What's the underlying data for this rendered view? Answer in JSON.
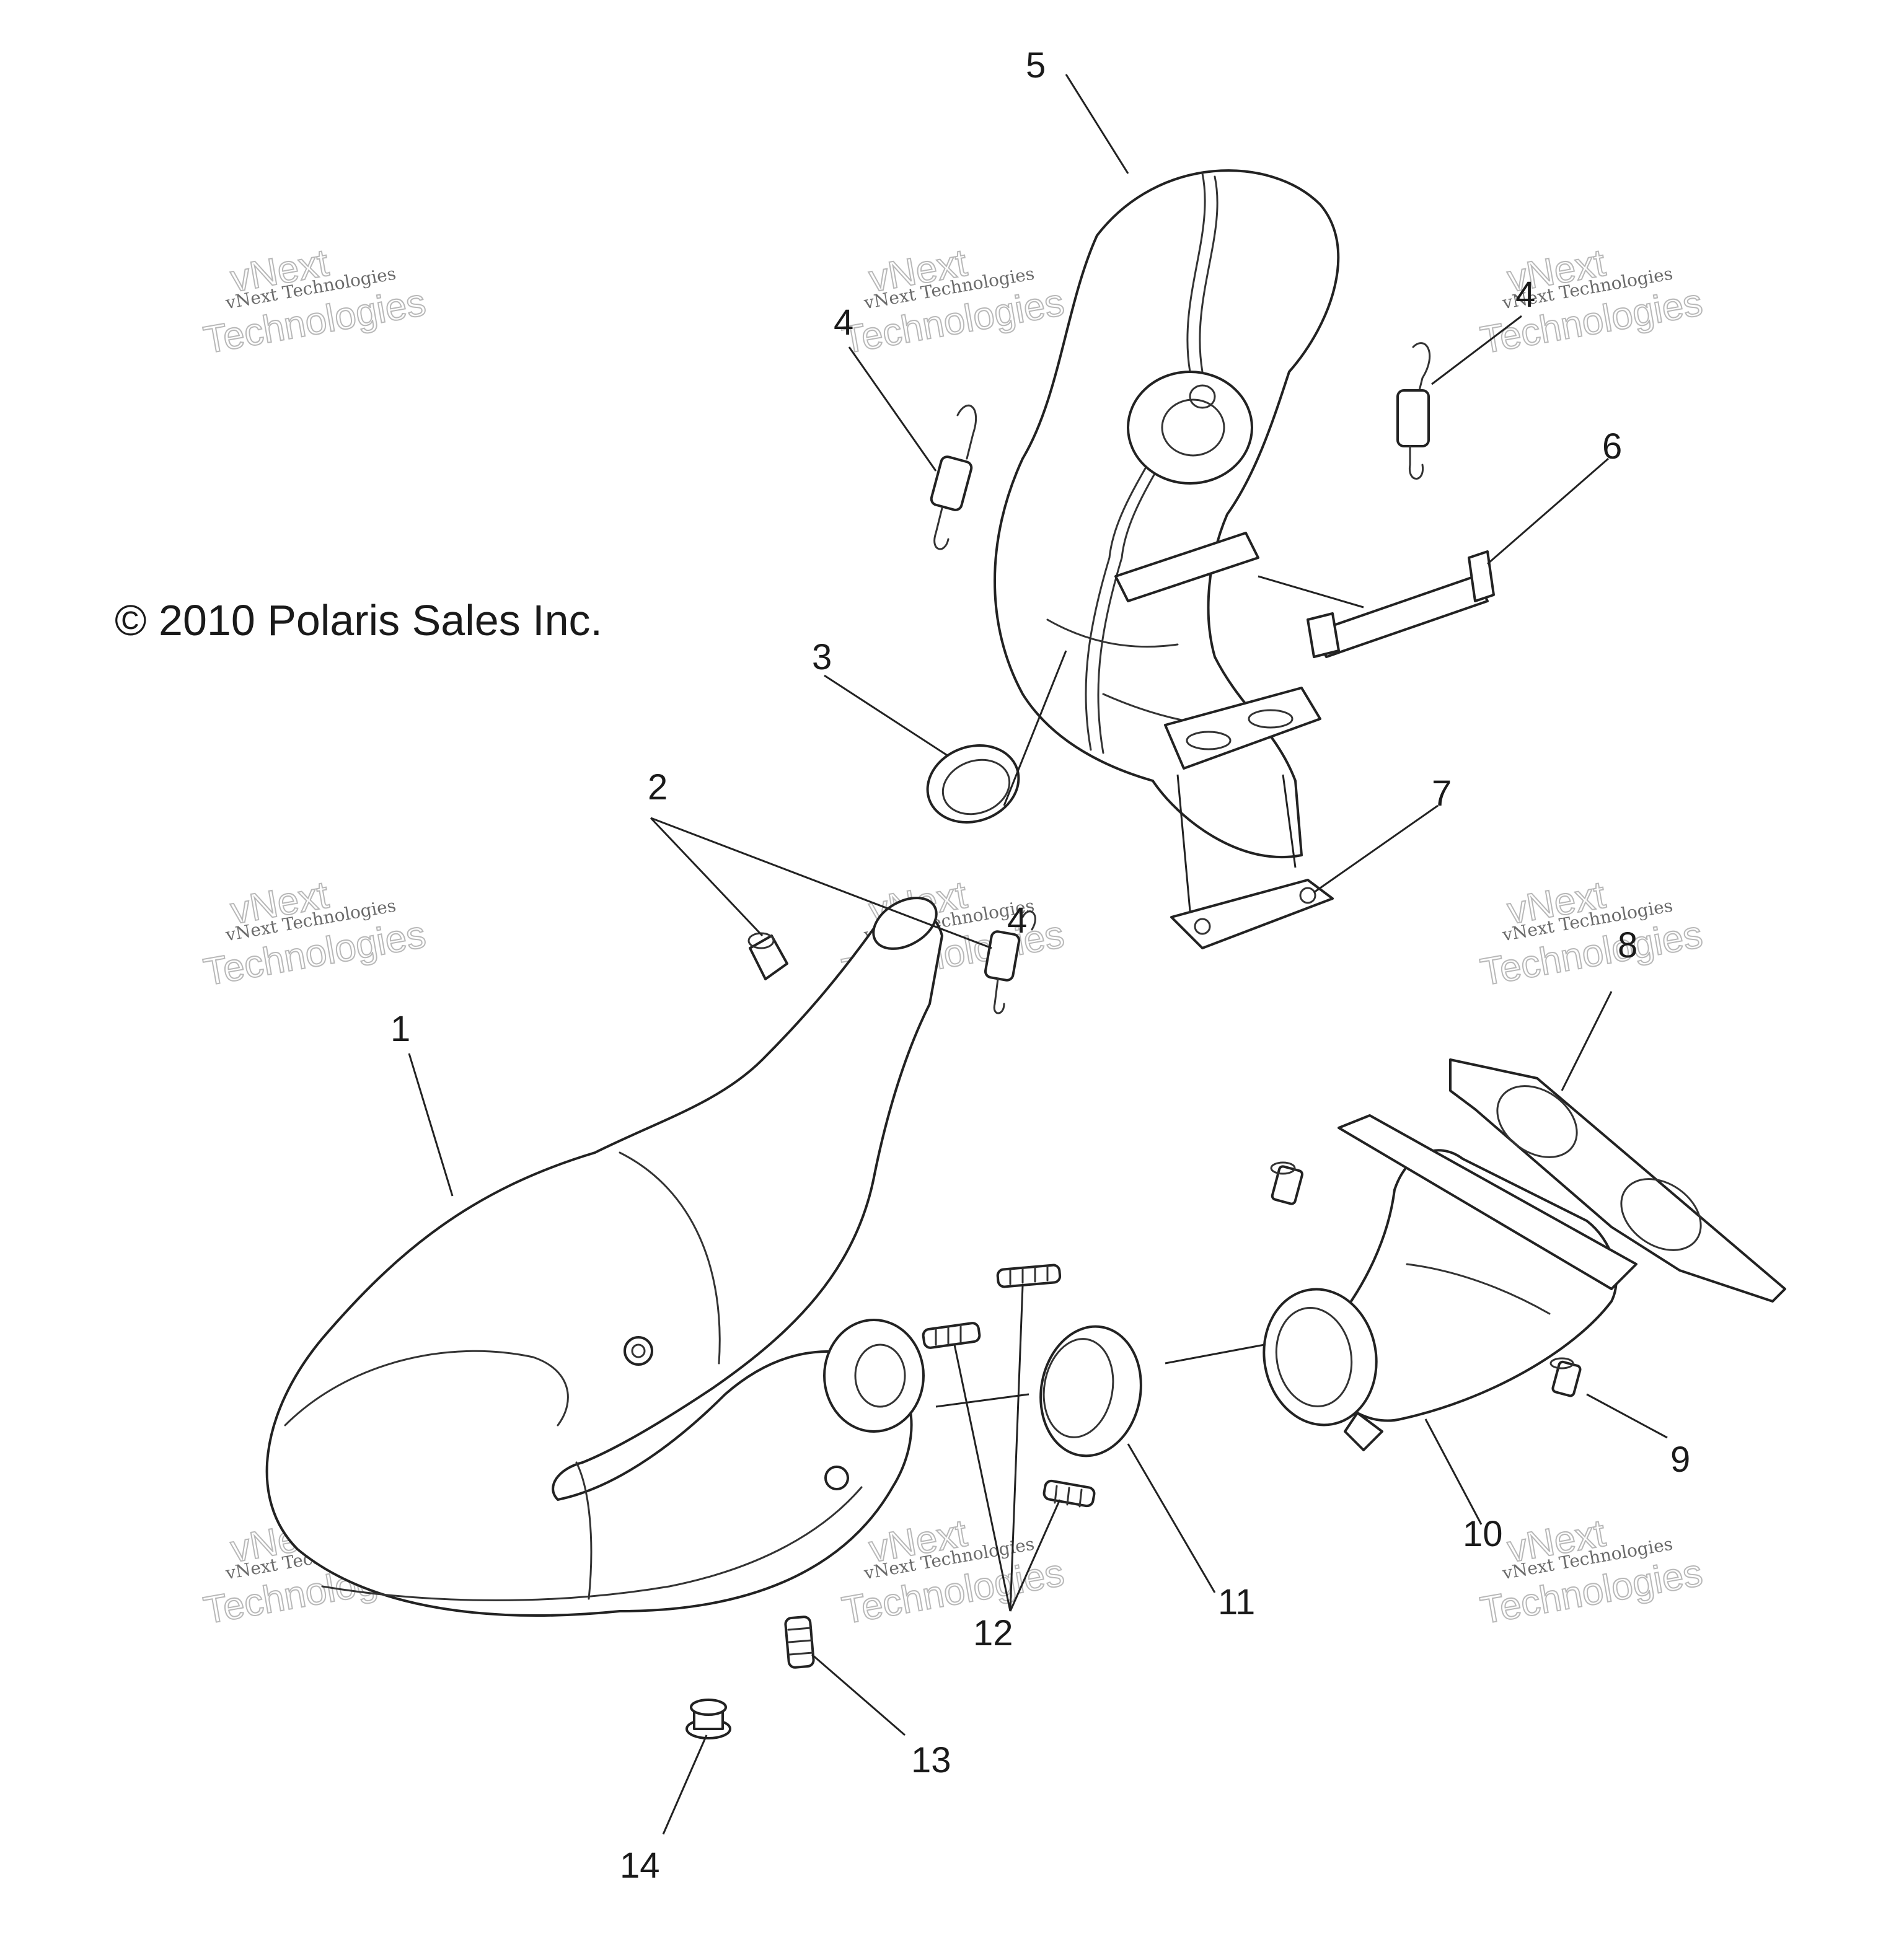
{
  "copyright": "© 2010 Polaris Sales Inc.",
  "watermark": {
    "line1": "vNext",
    "line2": "vNext Technologies",
    "line3": "Technologies"
  },
  "callouts": {
    "c1": "1",
    "c2": "2",
    "c3": "3",
    "c4a": "4",
    "c4b": "4",
    "c4c": "4",
    "c5": "5",
    "c6": "6",
    "c7": "7",
    "c8": "8",
    "c9": "9",
    "c10": "10",
    "c11": "11",
    "c12": "12",
    "c13": "13",
    "c14": "14"
  }
}
